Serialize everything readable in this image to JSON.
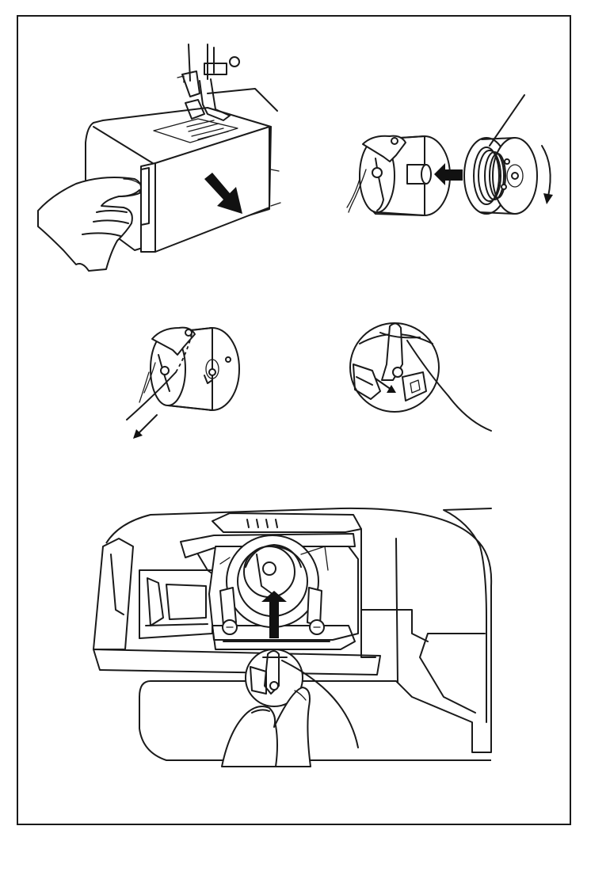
{
  "figure": {
    "panels": [
      {
        "id": "remove-cover",
        "icons": [
          "sewing-machine-icon",
          "hand-icon",
          "arrow-down-right-icon"
        ]
      },
      {
        "id": "insert-bobbin",
        "icons": [
          "bobbin-case-icon",
          "bobbin-icon",
          "arrow-left-icon",
          "rotation-arrow-icon"
        ]
      },
      {
        "id": "thread-slot",
        "icons": [
          "bobbin-case-icon",
          "thread-icon",
          "pull-arrow-icon"
        ]
      },
      {
        "id": "tension-spring",
        "icons": [
          "bobbin-case-icon",
          "thread-icon",
          "arrow-down-right-icon"
        ]
      },
      {
        "id": "install-bobbin-case",
        "icons": [
          "shuttle-race-icon",
          "bobbin-case-icon",
          "hand-icon",
          "arrow-up-icon"
        ]
      }
    ],
    "colors": {
      "line": "#1a1a1a",
      "background": "#ffffff"
    }
  }
}
